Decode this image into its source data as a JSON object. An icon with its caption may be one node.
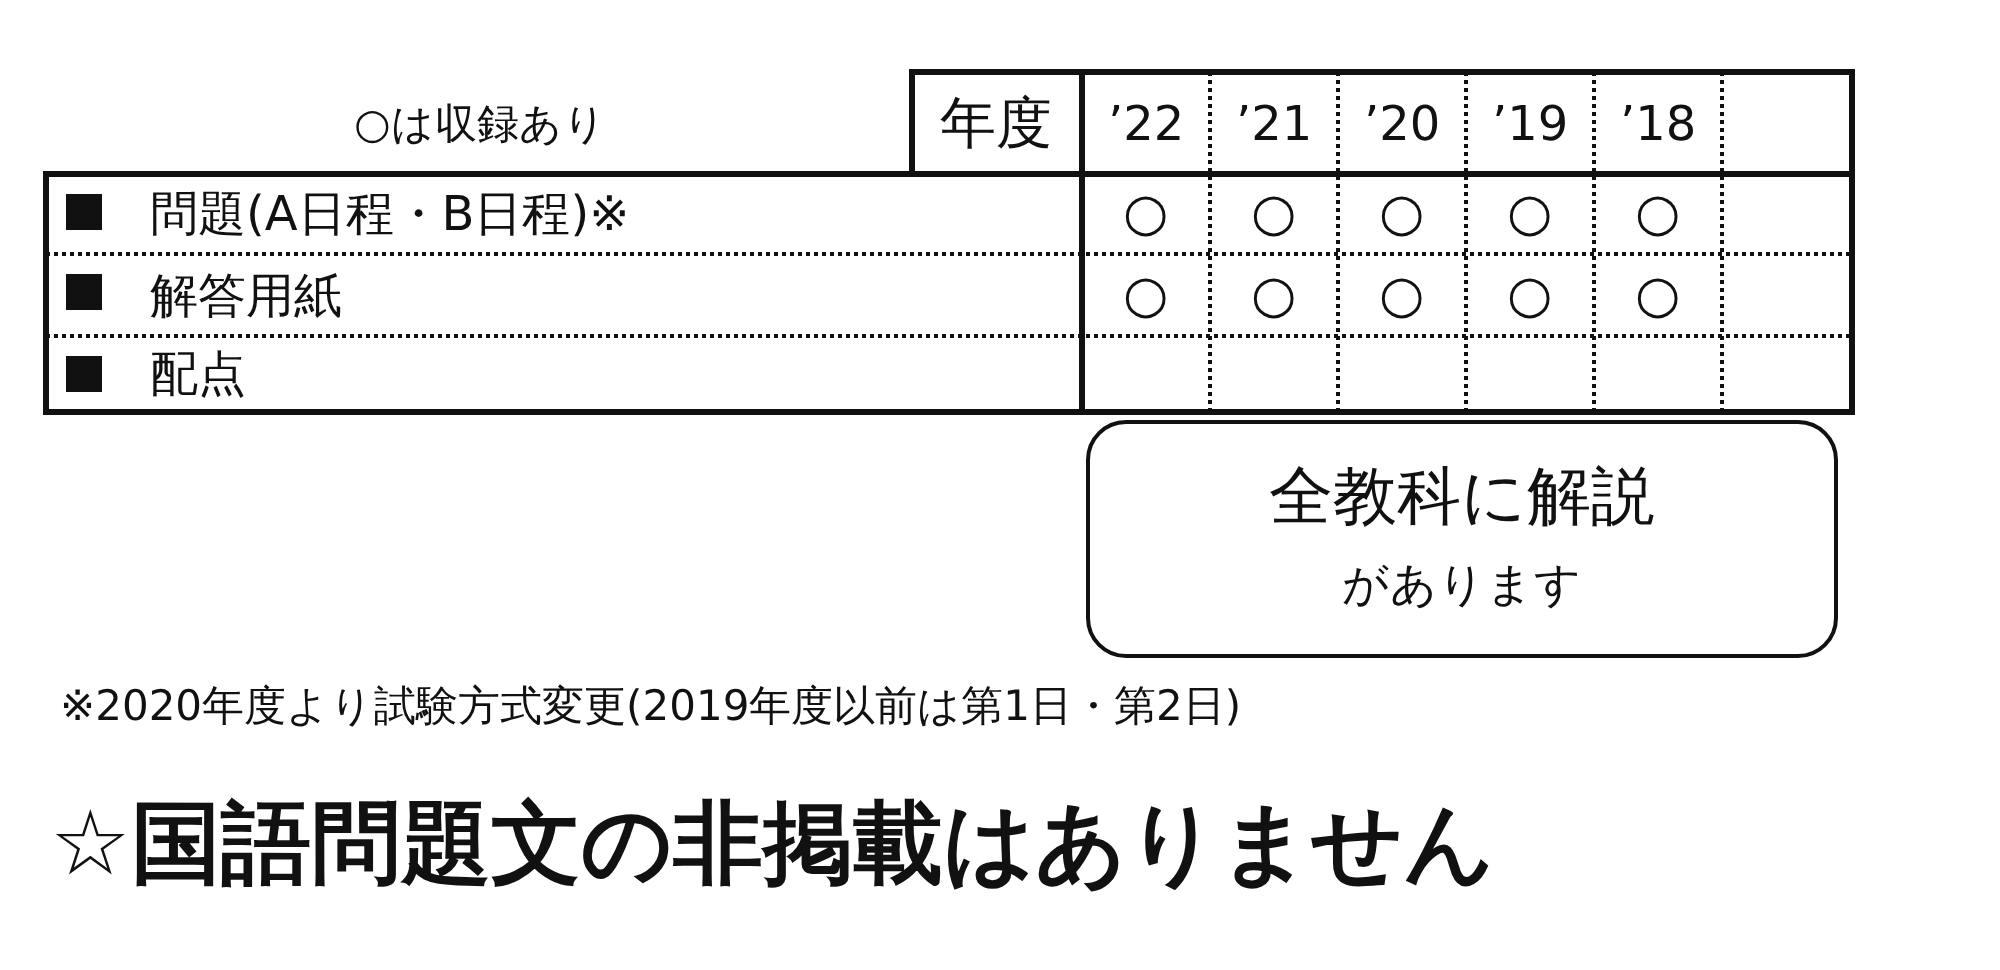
{
  "diagram": {
    "nodes": [
      {
        "text": [
          "全教科に解説",
          "があります"
        ]
      }
    ],
    "labels": [
      "○は収録あり",
      "年度",
      "’22",
      "’21",
      "’20",
      "’19",
      "’18",
      "問題(A日程・B日程)※",
      "○",
      "○",
      "○",
      "○",
      "○",
      "解答用紙",
      "○",
      "○",
      "○",
      "○",
      "○",
      "配点",
      "※2020年度より試験方式変更(2019年度以前は第1日・第2日)",
      "☆国語問題文の非掲載はありません"
    ]
  }
}
